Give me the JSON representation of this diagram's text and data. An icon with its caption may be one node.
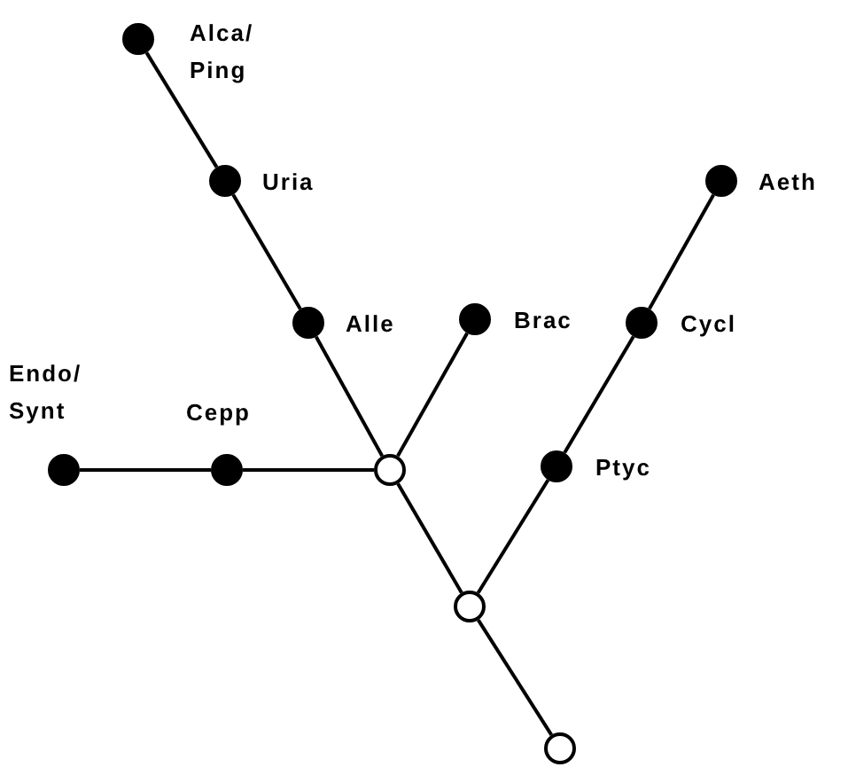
{
  "diagram": {
    "nodes": [
      {
        "text": [],
        "shape": "dot",
        "beside": [
          "Alca/ Ping"
        ]
      },
      {
        "text": [],
        "shape": "dot",
        "beside": [
          "Uria"
        ]
      },
      {
        "text": [],
        "shape": "dot",
        "beside": [
          "Alle"
        ]
      },
      {
        "text": [],
        "shape": "dot",
        "beside": [
          "Brac"
        ]
      },
      {
        "text": [],
        "shape": "dot",
        "beside": [
          "Aeth"
        ]
      },
      {
        "text": [],
        "shape": "dot",
        "beside": [
          "Cycl"
        ]
      },
      {
        "text": [],
        "shape": "dot",
        "beside": [
          "Endo/ Synt"
        ]
      },
      {
        "text": [],
        "shape": "dot",
        "beside": [
          "Cepp"
        ]
      },
      {
        "text": [],
        "shape": "circle"
      },
      {
        "text": [],
        "shape": "dot",
        "beside": [
          "Ptyc"
        ]
      },
      {
        "text": [],
        "shape": "circle"
      },
      {
        "text": [],
        "shape": "circle"
      }
    ],
    "edges": [
      {
        "from": 0,
        "to": 1,
        "arrow": "none"
      },
      {
        "from": 1,
        "to": 2,
        "arrow": "none"
      },
      {
        "from": 2,
        "to": 8,
        "arrow": "none"
      },
      {
        "from": 3,
        "to": 8,
        "arrow": "none"
      },
      {
        "from": 6,
        "to": 7,
        "arrow": "none"
      },
      {
        "from": 7,
        "to": 8,
        "arrow": "none"
      },
      {
        "from": 8,
        "to": 10,
        "arrow": "none"
      },
      {
        "from": 4,
        "to": 5,
        "arrow": "none"
      },
      {
        "from": 5,
        "to": 9,
        "arrow": "none"
      },
      {
        "from": 9,
        "to": 10,
        "arrow": "none"
      },
      {
        "from": 10,
        "to": 11,
        "arrow": "none"
      }
    ]
  }
}
